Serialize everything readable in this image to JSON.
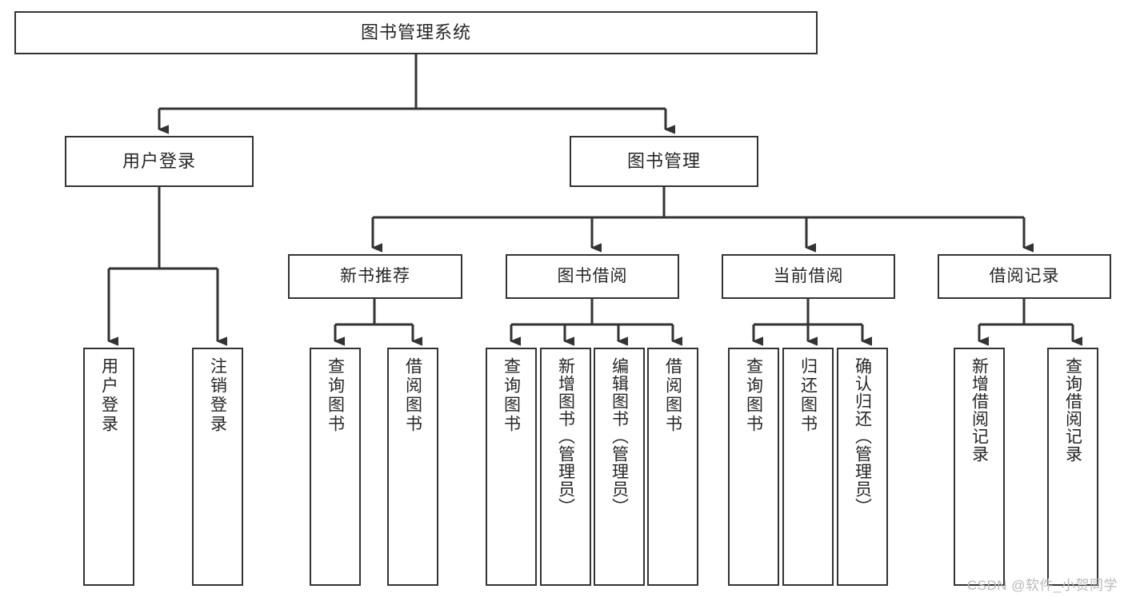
{
  "diagram": {
    "title": "图书管理系统",
    "type": "tree-hierarchy-chart",
    "stroke_color": "#333333",
    "fill_color": "#ffffff",
    "text_color": "#262626",
    "root": {
      "id": "root",
      "label": "图书管理系统"
    },
    "level2": [
      {
        "id": "user-login",
        "label": "用户登录"
      },
      {
        "id": "book-manage",
        "label": "图书管理"
      }
    ],
    "level3": [
      {
        "id": "new-book-rec",
        "label": "新书推荐"
      },
      {
        "id": "book-borrow",
        "label": "图书借阅"
      },
      {
        "id": "current-borrow",
        "label": "当前借阅"
      },
      {
        "id": "borrow-record",
        "label": "借阅记录"
      }
    ],
    "leaves": {
      "user_login": [
        {
          "id": "leaf-user-login",
          "label": "用户登录"
        },
        {
          "id": "leaf-user-logout",
          "label": "注销登录"
        }
      ],
      "new_book_rec": [
        {
          "id": "leaf-query-book-1",
          "label": "查询图书"
        },
        {
          "id": "leaf-borrow-book-1",
          "label": "借阅图书"
        }
      ],
      "book_borrow": [
        {
          "id": "leaf-query-book-2",
          "label": "查询图书"
        },
        {
          "id": "leaf-add-book",
          "label": "新增图书（管理员）"
        },
        {
          "id": "leaf-edit-book",
          "label": "编辑图书（管理员）"
        },
        {
          "id": "leaf-borrow-book-2",
          "label": "借阅图书"
        }
      ],
      "current_borrow": [
        {
          "id": "leaf-query-book-3",
          "label": "查询图书"
        },
        {
          "id": "leaf-return-book",
          "label": "归还图书"
        },
        {
          "id": "leaf-confirm-return",
          "label": "确认归还（管理员）"
        }
      ],
      "borrow_record": [
        {
          "id": "leaf-add-record",
          "label": "新增借阅记录"
        },
        {
          "id": "leaf-query-record",
          "label": "查询借阅记录"
        }
      ]
    }
  },
  "watermark": {
    "text": "CSDN @软件_小贺同学"
  }
}
